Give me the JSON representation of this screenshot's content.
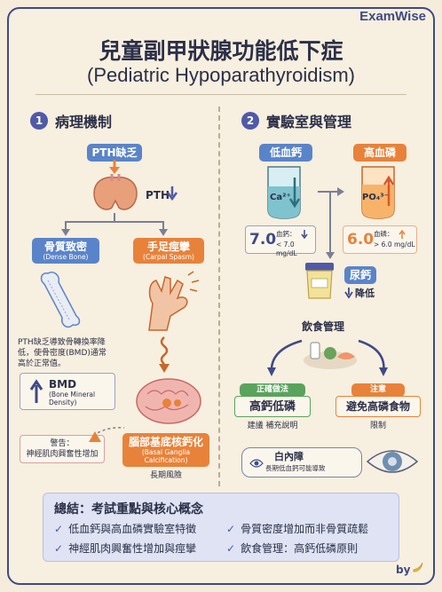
{
  "brand": "ExamWise",
  "title": "兒童副甲狀腺功能低下症",
  "subtitle": "(Pediatric Hypoparathyroidism)",
  "section1": {
    "number": "1",
    "heading": "病理機制",
    "pth_low": "PTH缺乏",
    "pth_label": "PTH",
    "bone": {
      "title": "骨質致密",
      "sub": "(Dense Bone)"
    },
    "spasm": {
      "title": "手足痙攣",
      "sub": "(Carpal Spasm)"
    },
    "bone_text": "PTH缺乏導致骨轉換率降低，使骨密度(BMD)通常高於正常值。",
    "bmd": {
      "title": "BMD",
      "sub": "(Bone Mineral Density)"
    },
    "warning": {
      "title": "警告：",
      "text": "神經肌肉興奮性增加"
    },
    "basal": {
      "title": "腦部基底核鈣化",
      "sub": "(Basal Ganglia Calcification)",
      "note": "長期風險"
    }
  },
  "section2": {
    "number": "2",
    "heading": "實驗室與管理",
    "low_ca": {
      "label": "低血鈣",
      "ion": "Ca²⁺",
      "value": "7.0",
      "desc": "血鈣：",
      "range": "< 7.0 mg/dL"
    },
    "high_p": {
      "label": "高血磷",
      "ion": "PO₄³⁻",
      "value": "6.0",
      "desc": "血磷：",
      "range": "> 6.0 mg/dL"
    },
    "urine": {
      "label": "尿鈣",
      "note": "降低"
    },
    "diet": {
      "title": "飲食管理"
    },
    "correct": {
      "tag": "正確做法",
      "title": "高鈣低磷",
      "note": "建議 補充說明"
    },
    "caution": {
      "tag": "注意",
      "title": "避免高磷食物",
      "note": "限制"
    },
    "cataract": {
      "title": "白內障",
      "note": "長期低血鈣可能導致"
    }
  },
  "summary": {
    "title": "總結：考試重點與核心概念",
    "items": [
      "低血鈣與高血磷實驗室特徵",
      "骨質密度增加而非骨質疏鬆",
      "神經肌肉興奮性增加與痙攣",
      "飲食管理：高鈣低磷原則"
    ]
  },
  "footer": {
    "by": "by"
  },
  "colors": {
    "navy": "#3f4a86",
    "blue": "#5a84c9",
    "orange": "#e8823a",
    "green": "#5aa35c"
  }
}
